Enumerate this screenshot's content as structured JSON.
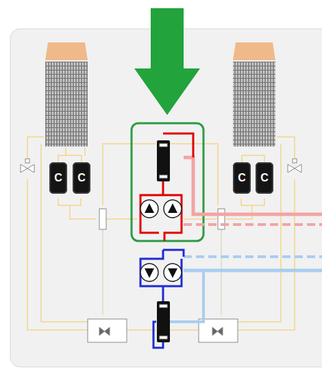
{
  "diagram": {
    "nodes": [
      {
        "text": [
          "C"
        ]
      },
      {
        "text": [
          "C"
        ]
      },
      {
        "text": [
          "C"
        ]
      },
      {
        "text": [
          "C"
        ]
      }
    ],
    "edges": [
      {
        "from": 0,
        "to": 1,
        "arrow": "none"
      },
      {
        "from": 2,
        "to": 3,
        "arrow": "none"
      }
    ]
  }
}
